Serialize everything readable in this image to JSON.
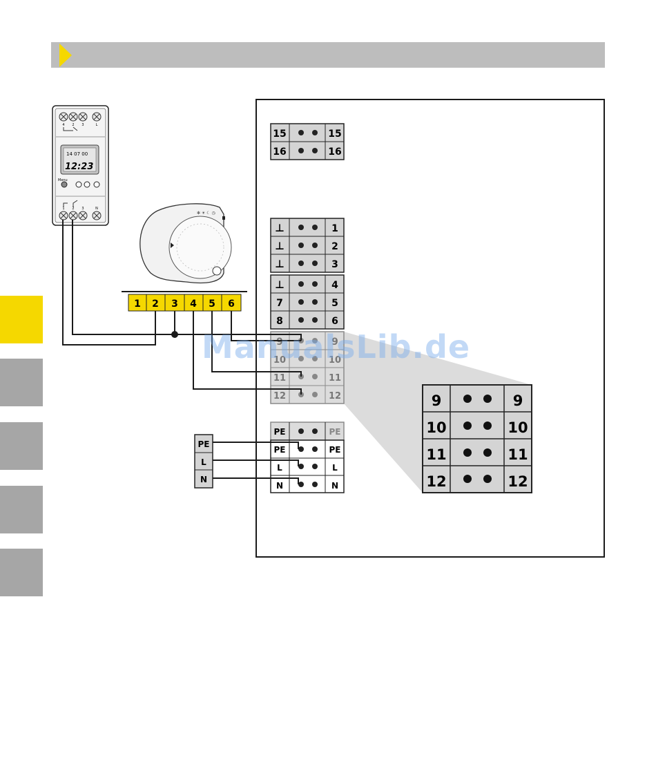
{
  "watermark": "ManualsLib.de",
  "colors": {
    "accent": "#f5d800",
    "header": "#bdbdbd",
    "tab": "#a6a6a6",
    "terminal_gray": "#d4d4d4",
    "zoom": "#dcdcdc"
  },
  "timer": {
    "time_display": "12:23",
    "digits": "14 07 00",
    "menu_label": "Menu",
    "top_terminal_labels": [
      "4",
      "2",
      "3",
      "L"
    ],
    "bottom_terminal_labels": [
      "1",
      "2",
      "3",
      "N"
    ]
  },
  "thermostat": {
    "icon_name": "room-thermostat-dial"
  },
  "room_terminal": {
    "labels": [
      "1",
      "2",
      "3",
      "4",
      "5",
      "6"
    ]
  },
  "terminal_block_1": {
    "rows": [
      [
        "15",
        "15"
      ],
      [
        "16",
        "16"
      ]
    ]
  },
  "terminal_block_2": {
    "rows": [
      [
        "⊥",
        "1"
      ],
      [
        "⊥",
        "2"
      ],
      [
        "⊥",
        "3"
      ]
    ]
  },
  "terminal_block_3": {
    "rows": [
      [
        "⊥",
        "4"
      ],
      [
        "7",
        "5"
      ],
      [
        "8",
        "6"
      ],
      [
        "9",
        "9"
      ],
      [
        "10",
        "10"
      ],
      [
        "11",
        "11"
      ],
      [
        "12",
        "12"
      ]
    ]
  },
  "terminal_block_4": {
    "rows": [
      [
        "PE",
        "PE"
      ],
      [
        "PE",
        "PE"
      ],
      [
        "L",
        "L"
      ],
      [
        "N",
        "N"
      ]
    ]
  },
  "zoom_block": {
    "rows": [
      [
        "9",
        "9"
      ],
      [
        "10",
        "10"
      ],
      [
        "11",
        "11"
      ],
      [
        "12",
        "12"
      ]
    ]
  },
  "supply_terminals": {
    "labels": [
      "PE",
      "L",
      "N"
    ]
  }
}
